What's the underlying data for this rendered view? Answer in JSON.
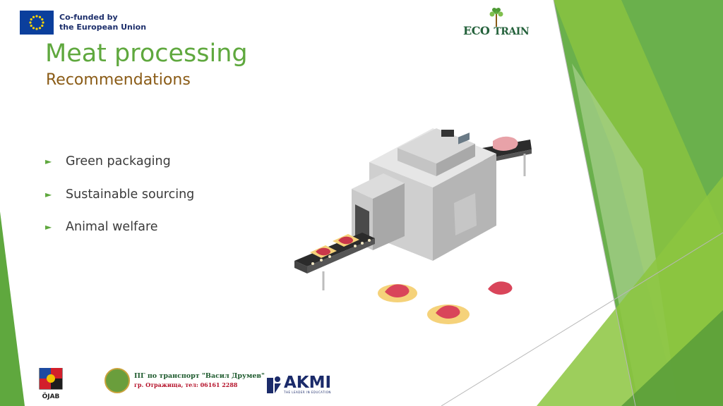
{
  "header": {
    "eu_text_line1": "Co-funded by",
    "eu_text_line2": "the European Union",
    "eco_logo_left": "ECO",
    "eco_logo_right": "TRAIN"
  },
  "slide": {
    "title": "Meat processing",
    "subtitle": "Recommendations",
    "bullets": [
      {
        "marker": "►",
        "text": "Green packaging"
      },
      {
        "marker": "►",
        "text": "Sustainable sourcing"
      },
      {
        "marker": "►",
        "text": "Animal welfare"
      }
    ]
  },
  "footer": {
    "ojab_label": "ÖJAB",
    "pg_line1": "ПГ по транспорт \"Васил Друмев\"",
    "pg_line2": "гр. Отражища, тел: 06161 2288",
    "akmi_name": "AKMI",
    "akmi_tagline": "THE LEADER IN EDUCATION"
  },
  "theme": {
    "accent_green": "#5fa83e",
    "subtitle_brown": "#8a5b16",
    "text_gray": "#3a3a3a"
  },
  "icons": [
    "eu-flag-icon",
    "eco-tree-icon",
    "bullet-arrow-icon",
    "meat-processing-machine-illustration",
    "ojab-logo",
    "pg-emblem",
    "akmi-logo"
  ]
}
